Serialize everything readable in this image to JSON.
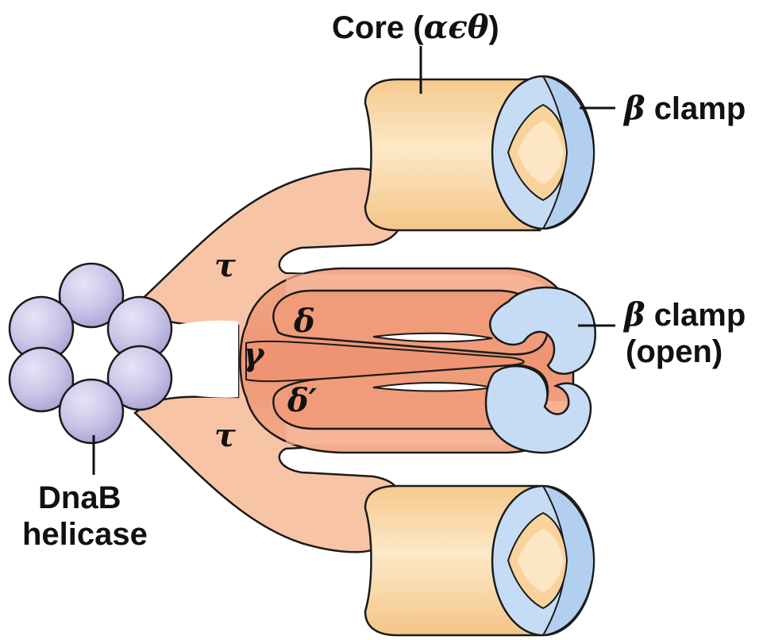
{
  "labels": {
    "core_prefix": "Core (",
    "core_greek": "αϵθ",
    "core_suffix": ")",
    "beta_symbol": "β",
    "beta_clamp_word": "clamp",
    "beta_open_word": "clamp",
    "open_note": "(open)",
    "dnab_line1": "DnaB",
    "dnab_line2": "helicase",
    "tau_upper": "τ",
    "tau_lower": "τ",
    "delta": "δ",
    "delta_prime": "δ′",
    "gamma": "γ"
  },
  "colors": {
    "core_fill": "#f9d39c",
    "core_highlight": "#fde6c3",
    "clamp_fill": "#c6dcf4",
    "clamp_dark": "#9ebfe6",
    "tau_fill": "#f8c4a6",
    "gamma_fill": "#ee9a78",
    "gamma_light": "#f7b69a",
    "helicase_fill": "#c9c6e8",
    "helicase_shadow": "#a9a5d6",
    "outline": "#1a1a1a"
  }
}
